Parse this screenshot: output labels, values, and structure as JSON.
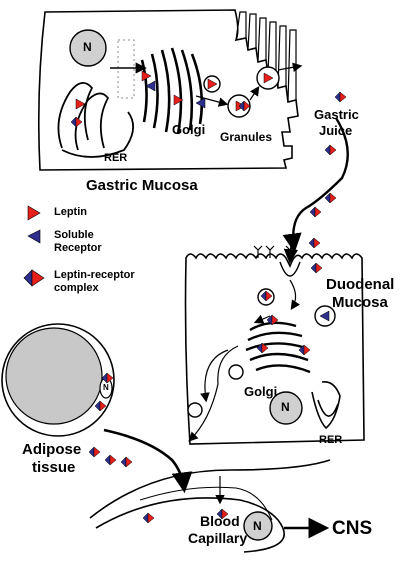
{
  "labels": {
    "gastric_mucosa": "Gastric Mucosa",
    "golgi_gastric": "Golgi",
    "granules": "Granules",
    "gastric_juice_1": "Gastric",
    "gastric_juice_2": "Juice",
    "rer_gastric": "RER",
    "nucleus_gastric": "N",
    "duodenal_1": "Duodenal",
    "duodenal_2": "Mucosa",
    "golgi_duodenal": "Golgi",
    "nucleus_duodenal": "N",
    "rer_duodenal": "RER",
    "adipose_1": "Adipose",
    "adipose_2": "tissue",
    "nucleus_adipose": "N",
    "blood_1": "Blood",
    "blood_2": "Capillary",
    "nucleus_capillary": "N",
    "cns": "CNS"
  },
  "legend": {
    "leptin": "Leptin",
    "receptor_1": "Soluble",
    "receptor_2": "Receptor",
    "complex_1": "Leptin-receptor",
    "complex_2": "complex"
  },
  "colors": {
    "leptin": "#e8201c",
    "receptor": "#2e2e8c",
    "outline": "#000000",
    "nucleus_fill": "#d0d0d0",
    "adipose_fill": "#c8c8c8"
  }
}
